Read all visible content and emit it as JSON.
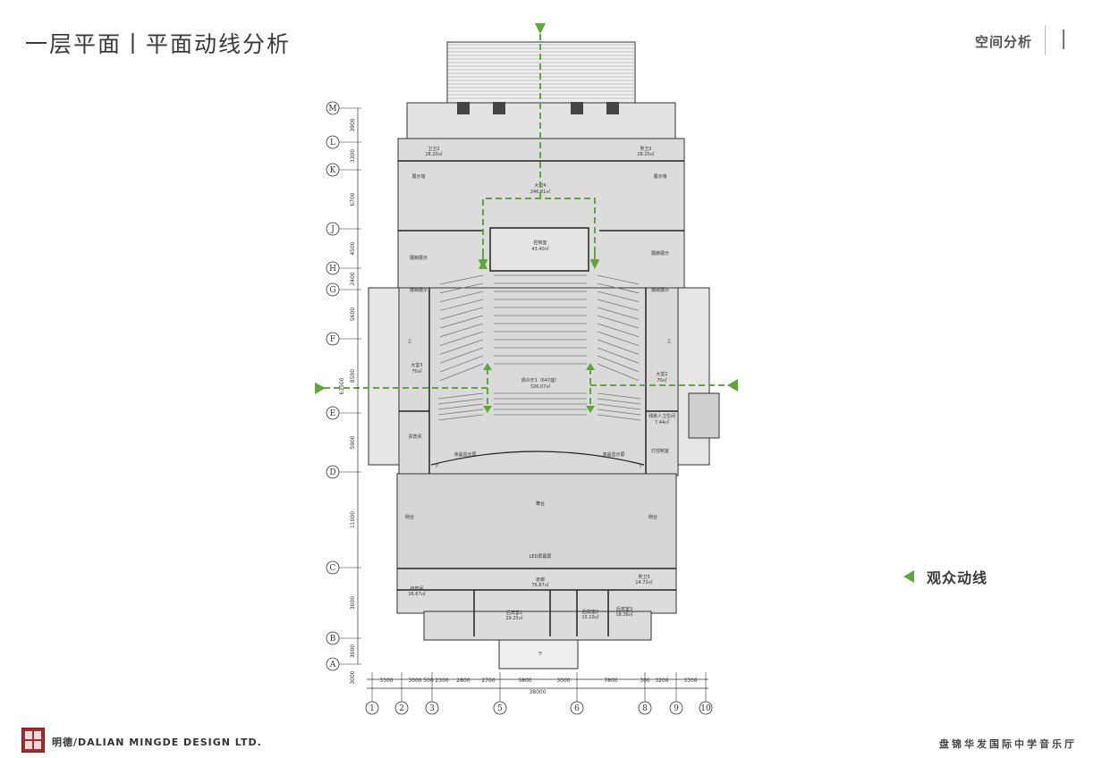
{
  "header": {
    "title": "一层平面丨平面动线分析",
    "section": "空间分析"
  },
  "legend": {
    "label": "观众动线",
    "color": "#5fa63d"
  },
  "footer": {
    "company": "明德/DALIAN MINGDE DESIGN LTD.",
    "project": "盘锦华发国际中学音乐厅"
  },
  "plan": {
    "grid_rows": [
      "M",
      "L",
      "K",
      "J",
      "H",
      "G",
      "F",
      "E",
      "D",
      "C",
      "B",
      "A"
    ],
    "row_dims": [
      "3900",
      "3300",
      "6700",
      "4500",
      "2400",
      "5600",
      "8500",
      "5900",
      "11000",
      "3000",
      "3000",
      "3000"
    ],
    "total_vertical": "63500",
    "grid_cols": [
      "1",
      "2",
      "3",
      "5",
      "6",
      "8",
      "9",
      "10"
    ],
    "col_dims": [
      "3300",
      "3000",
      "500",
      "2300",
      "2800",
      "2700",
      "5800",
      "3000",
      "7800",
      "300",
      "3200",
      "3300"
    ],
    "total_horizontal": "38000",
    "rooms": {
      "lobby4": "大堂4",
      "lobby4_area": "246.81㎡",
      "wc_left": "卫卫2",
      "wc_left_area": "28.20㎡",
      "wc_right": "男卫2",
      "wc_right_area": "28.20㎡",
      "display_wall_left": "展示墙",
      "display_wall_right": "展示墙",
      "control_room": "控制室",
      "control_area": "43.40㎡",
      "display1": "展廊展示",
      "display2": "展廊展示",
      "display3": "展廊展示",
      "display4": "展廊展示",
      "hall": "观众厅1（647座）",
      "hall_area": "326.07㎡",
      "lobby3": "大堂3",
      "lobby3_area": "70㎡",
      "lobby2": "大堂2",
      "lobby2_area": "70㎡",
      "prep": "贵宾间",
      "lighting": "灯控制室",
      "disabled_wc": "残疾人卫生间",
      "disabled_wc_area": "7.44㎡",
      "led_left": "液晶显示屏",
      "led_right": "液晶显示屏",
      "stage": "舞台",
      "wing_left": "侧台",
      "wing_right": "侧台",
      "led_screen": "LED屏幕屏",
      "corridor": "走廊",
      "corridor_area": "76.87㎡",
      "storage": "存放间",
      "storage_area": "16.67㎡",
      "wc3": "男卫3",
      "wc3_area": "14.72㎡",
      "rest1": "后宾室1",
      "rest1_area": "29.25㎡",
      "rest2": "后宾室2",
      "rest2_area": "15.10㎡",
      "rest3": "后宾室3",
      "rest3_area": "18.26㎡",
      "up": "上",
      "down": "下"
    }
  }
}
